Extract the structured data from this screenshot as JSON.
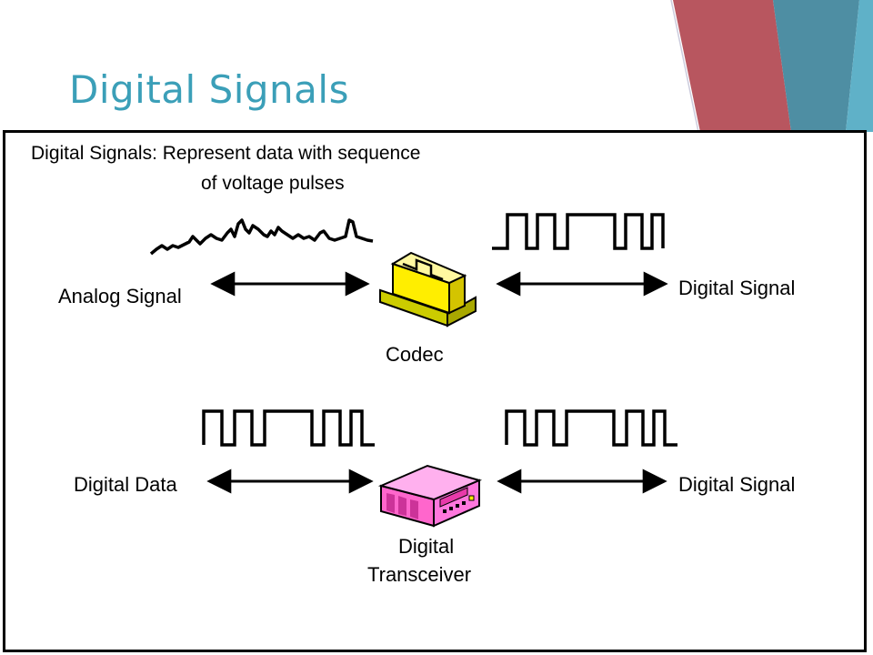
{
  "slide": {
    "title": "Digital Signals",
    "accent_colors": {
      "red": "#b8565f",
      "teal": "#4e8ea3",
      "light_teal": "#5fb1c8",
      "title": "#3b9fb8"
    }
  },
  "diagram": {
    "caption_line1": "Digital Signals: Represent data with sequence",
    "caption_line2": "of voltage pulses",
    "top_row": {
      "left_label": "Analog Signal",
      "center_label": "Codec",
      "right_label": "Digital Signal",
      "center_icon": "codec-chip-icon"
    },
    "bottom_row": {
      "left_label": "Digital Data",
      "center_label_line1": "Digital",
      "center_label_line2": "Transceiver",
      "right_label": "Digital Signal",
      "center_icon": "transceiver-device-icon"
    },
    "colors": {
      "codec": "#ffee00",
      "transceiver": "#ff66cc",
      "line": "#000000"
    }
  }
}
